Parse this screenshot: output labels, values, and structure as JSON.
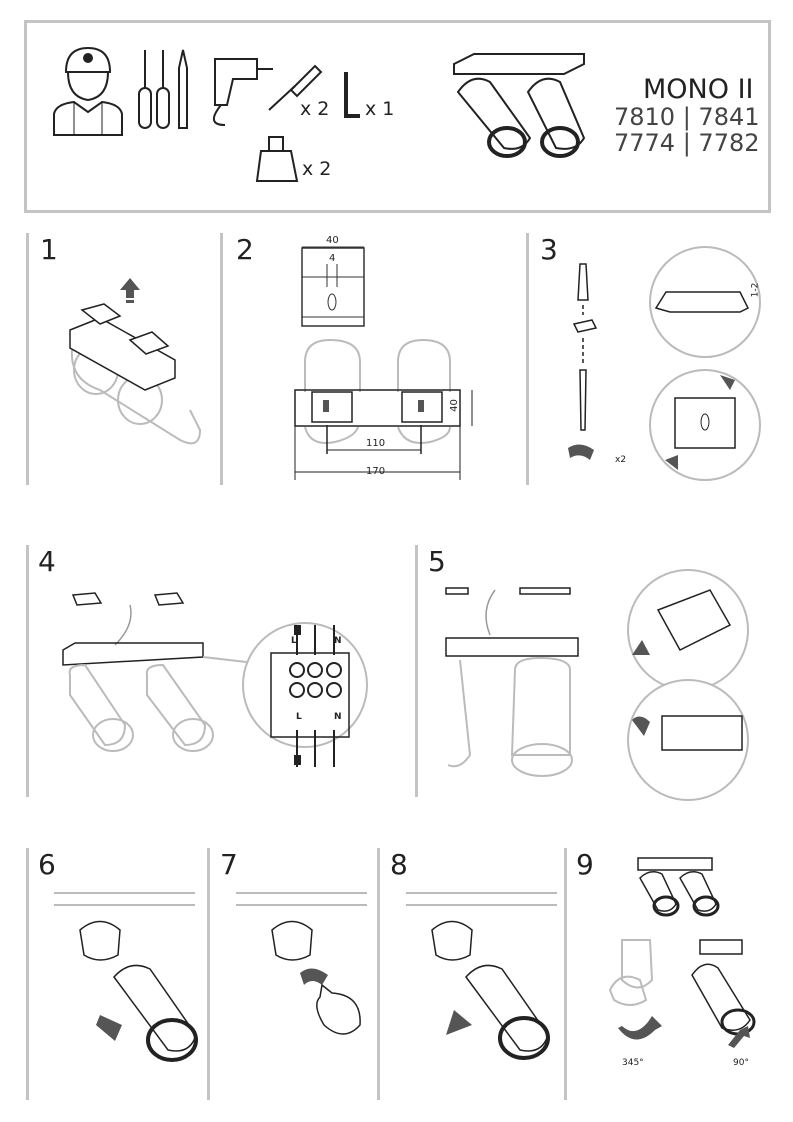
{
  "header": {
    "product_name": "MONO II",
    "codes": [
      "7810 | 7841",
      "7774 | 7782"
    ],
    "tools": {
      "anchor_qty": "x 2",
      "hex_key_qty": "x 1",
      "bulb_qty": "x 2"
    }
  },
  "steps": [
    {
      "number": "1"
    },
    {
      "number": "2",
      "dims": {
        "plate_width": "40",
        "slot_width": "4",
        "plate_height": "40",
        "spacing": "110",
        "length": "170"
      }
    },
    {
      "number": "3",
      "gap_label": "1-2",
      "screw_qty": "x2"
    },
    {
      "number": "4",
      "terminal_labels": {
        "live": "L",
        "neutral": "N",
        "live_bottom": "L",
        "neutral_bottom": "N"
      }
    },
    {
      "number": "5"
    },
    {
      "number": "6"
    },
    {
      "number": "7"
    },
    {
      "number": "8"
    },
    {
      "number": "9",
      "rotation_horizontal": "345°",
      "rotation_vertical": "90°"
    }
  ],
  "colors": {
    "frame": "#c4c4c4",
    "line": "#222222",
    "arrow": "#555555"
  }
}
